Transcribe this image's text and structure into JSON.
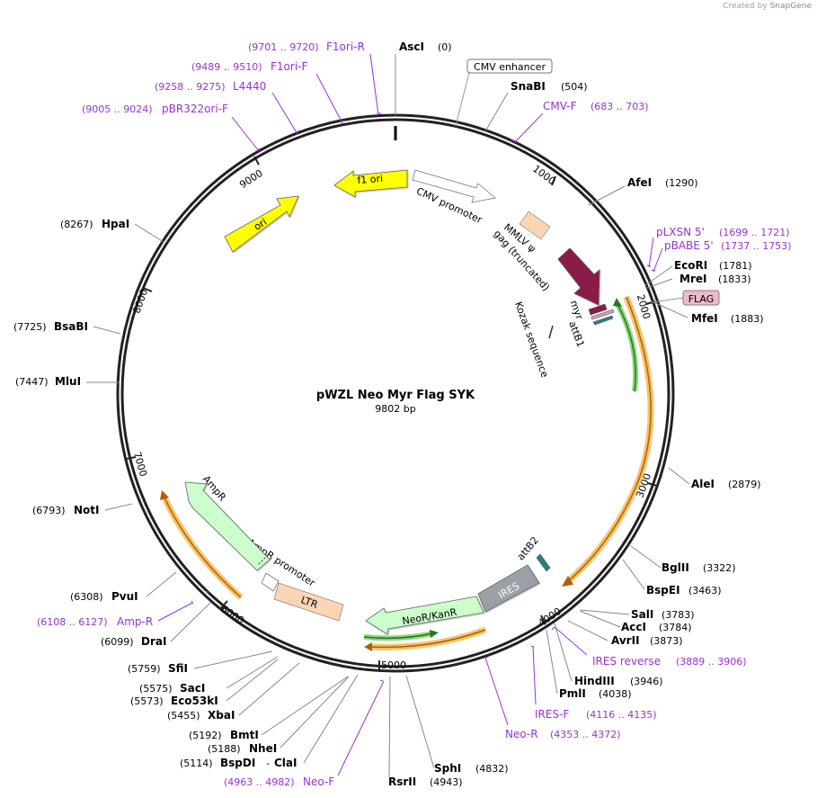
{
  "watermark": {
    "prefix": "Created by",
    "brand": "SnapGene"
  },
  "map": {
    "name": "pWZL Neo Myr Flag SYK",
    "length_label": "9802 bp",
    "total_bp": 9802
  },
  "colors": {
    "primer": "#9b30d9",
    "feature_ori": "#ffff00",
    "feature_amp": "#ccffcc",
    "feature_neo": "#ccffcc",
    "feature_ires": "#9aa0a6",
    "feature_ltr": "#fcd5b5",
    "feature_myr": "#8b1a4a",
    "feature_psi": "#fcd5b5",
    "feature_attb": "#2b7a8c",
    "arc_orange": "#f5c36b",
    "arc_green": "#8fd67a",
    "flag_box": "#e8bcc8"
  },
  "ticks": [
    {
      "bp": 1000,
      "label": "1000"
    },
    {
      "bp": 2000,
      "label": "2000"
    },
    {
      "bp": 3000,
      "label": "3000"
    },
    {
      "bp": 4000,
      "label": "4000"
    },
    {
      "bp": 5000,
      "label": "5000"
    },
    {
      "bp": 6000,
      "label": "6000"
    },
    {
      "bp": 7000,
      "label": "7000"
    },
    {
      "bp": 8000,
      "label": "8000"
    },
    {
      "bp": 9000,
      "label": "9000"
    }
  ],
  "enzymes": [
    {
      "id": "asci",
      "name": "AscI",
      "pos": "(0)"
    },
    {
      "id": "snabi",
      "name": "SnaBI",
      "pos": "(504)"
    },
    {
      "id": "afei",
      "name": "AfeI",
      "pos": "(1290)"
    },
    {
      "id": "ecori",
      "name": "EcoRI",
      "pos": "(1781)"
    },
    {
      "id": "mrei",
      "name": "MreI",
      "pos": "(1833)"
    },
    {
      "id": "mfei",
      "name": "MfeI",
      "pos": "(1883)"
    },
    {
      "id": "alei",
      "name": "AleI",
      "pos": "(2879)"
    },
    {
      "id": "bglii",
      "name": "BglII",
      "pos": "(3322)"
    },
    {
      "id": "bspei",
      "name": "BspEI",
      "pos": "(3463)"
    },
    {
      "id": "sali",
      "name": "SalI",
      "pos": "(3783)"
    },
    {
      "id": "acci",
      "name": "AccI",
      "pos": "(3784)"
    },
    {
      "id": "avrii",
      "name": "AvrII",
      "pos": "(3873)"
    },
    {
      "id": "hindiii",
      "name": "HindIII",
      "pos": "(3946)"
    },
    {
      "id": "pmli",
      "name": "PmlI",
      "pos": "(4038)"
    },
    {
      "id": "sphi",
      "name": "SphI",
      "pos": "(4832)"
    },
    {
      "id": "rsrii",
      "name": "RsrII",
      "pos": "(4943)"
    },
    {
      "id": "bspdi",
      "name": "BspDI",
      "pos": "(5114)",
      "suffix": "ClaI"
    },
    {
      "id": "nhei",
      "name": "NheI",
      "pos": "(5188)"
    },
    {
      "id": "bmti",
      "name": "BmtI",
      "pos": "(5192)"
    },
    {
      "id": "xbai",
      "name": "XbaI",
      "pos": "(5455)"
    },
    {
      "id": "eco53ki",
      "name": "Eco53kI",
      "pos": "(5573)"
    },
    {
      "id": "saci",
      "name": "SacI",
      "pos": "(5575)"
    },
    {
      "id": "sfii",
      "name": "SfiI",
      "pos": "(5759)"
    },
    {
      "id": "drai",
      "name": "DraI",
      "pos": "(6099)"
    },
    {
      "id": "pvui",
      "name": "PvuI",
      "pos": "(6308)"
    },
    {
      "id": "noti",
      "name": "NotI",
      "pos": "(6793)"
    },
    {
      "id": "mlui",
      "name": "MluI",
      "pos": "(7447)"
    },
    {
      "id": "bsabi",
      "name": "BsaBI",
      "pos": "(7725)"
    },
    {
      "id": "hpai",
      "name": "HpaI",
      "pos": "(8267)"
    }
  ],
  "primers": [
    {
      "id": "f1ori-r",
      "name": "F1ori-R",
      "range": "(9701 .. 9720)"
    },
    {
      "id": "f1ori-f",
      "name": "F1ori-F",
      "range": "(9489 .. 9510)"
    },
    {
      "id": "l4440",
      "name": "L4440",
      "range": "(9258 .. 9275)"
    },
    {
      "id": "pbr322ori-f",
      "name": "pBR322ori-F",
      "range": "(9005 .. 9024)"
    },
    {
      "id": "cmv-f",
      "name": "CMV-F",
      "range": "(683 .. 703)"
    },
    {
      "id": "plxsn5",
      "name": "pLXSN 5'",
      "range": "(1699 .. 1721)"
    },
    {
      "id": "pbabe5",
      "name": "pBABE 5'",
      "range": "(1737 .. 1753)"
    },
    {
      "id": "ires-reverse",
      "name": "IRES reverse",
      "range": "(3889 .. 3906)"
    },
    {
      "id": "ires-f",
      "name": "IRES-F",
      "range": "(4116 .. 4135)"
    },
    {
      "id": "neo-r",
      "name": "Neo-R",
      "range": "(4353 .. 4372)"
    },
    {
      "id": "neo-f",
      "name": "Neo-F",
      "range": "(4963 .. 4982)"
    },
    {
      "id": "amp-r",
      "name": "Amp-R",
      "range": "(6108 .. 6127)"
    }
  ],
  "features": {
    "cmv_enhancer": "CMV enhancer",
    "flag": "FLAG",
    "f1_ori": "f1 ori",
    "ori": "ori",
    "cmv_promoter": "CMV promoter",
    "mmlv_psi": "MMLV ψ",
    "gag_truncated": "gag (truncated)",
    "myr": "myr",
    "attb1": "attB1",
    "kozak": "Kozak sequence",
    "attb2": "attB2",
    "ires": "IRES",
    "neokanr": "NeoR/KanR",
    "ampr": "AmpR",
    "ampr_promoter": "AmpR promoter",
    "ltr": "LTR"
  }
}
